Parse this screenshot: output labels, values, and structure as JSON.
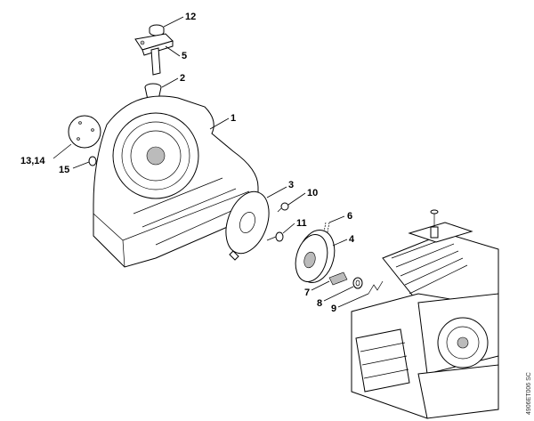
{
  "diagram": {
    "type": "exploded parts diagram",
    "callouts": [
      {
        "id": "12",
        "text": "12"
      },
      {
        "id": "5",
        "text": "5"
      },
      {
        "id": "2",
        "text": "2"
      },
      {
        "id": "1",
        "text": "1"
      },
      {
        "id": "13-14",
        "text": "13,14"
      },
      {
        "id": "15",
        "text": "15"
      },
      {
        "id": "3",
        "text": "3"
      },
      {
        "id": "10",
        "text": "10"
      },
      {
        "id": "6",
        "text": "6"
      },
      {
        "id": "11",
        "text": "11"
      },
      {
        "id": "4",
        "text": "4"
      },
      {
        "id": "7",
        "text": "7"
      },
      {
        "id": "8",
        "text": "8"
      },
      {
        "id": "9",
        "text": "9"
      }
    ],
    "drawing_code": "4906ET006 SC"
  }
}
